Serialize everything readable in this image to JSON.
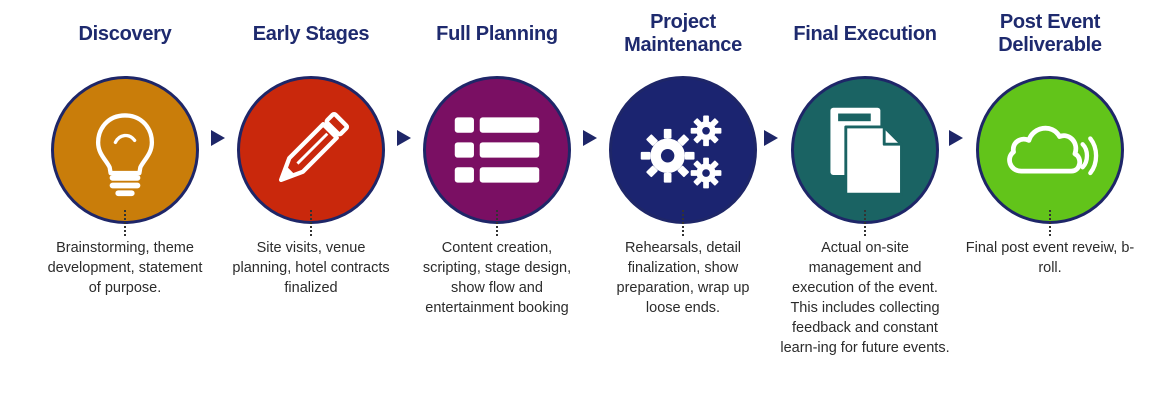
{
  "steps": [
    {
      "title": "Discovery",
      "description": "Brainstorming, theme development, statement of purpose.",
      "color": "#c97d0a",
      "icon": "lightbulb-icon"
    },
    {
      "title": "Early Stages",
      "description": "Site visits, venue planning, hotel contracts finalized",
      "color": "#c9280c",
      "icon": "pencil-icon"
    },
    {
      "title": "Full Planning",
      "description": "Content creation, scripting, stage design, show flow and entertainment booking",
      "color": "#7a0f63",
      "icon": "list-icon"
    },
    {
      "title": "Project Maintenance",
      "description": "Rehearsals, detail finalization, show preparation, wrap up loose ends.",
      "color": "#1b2470",
      "icon": "gears-icon"
    },
    {
      "title": "Final Execution",
      "description": "Actual on-site management and execution of the event.  This includes collecting feedback and constant learn-ing for future events.",
      "color": "#1a6363",
      "icon": "documents-icon"
    },
    {
      "title": "Post Event Deliverable",
      "description": "Final post event reveiw, b-roll.",
      "color": "#62c41a",
      "icon": "cloud-icon"
    }
  ]
}
